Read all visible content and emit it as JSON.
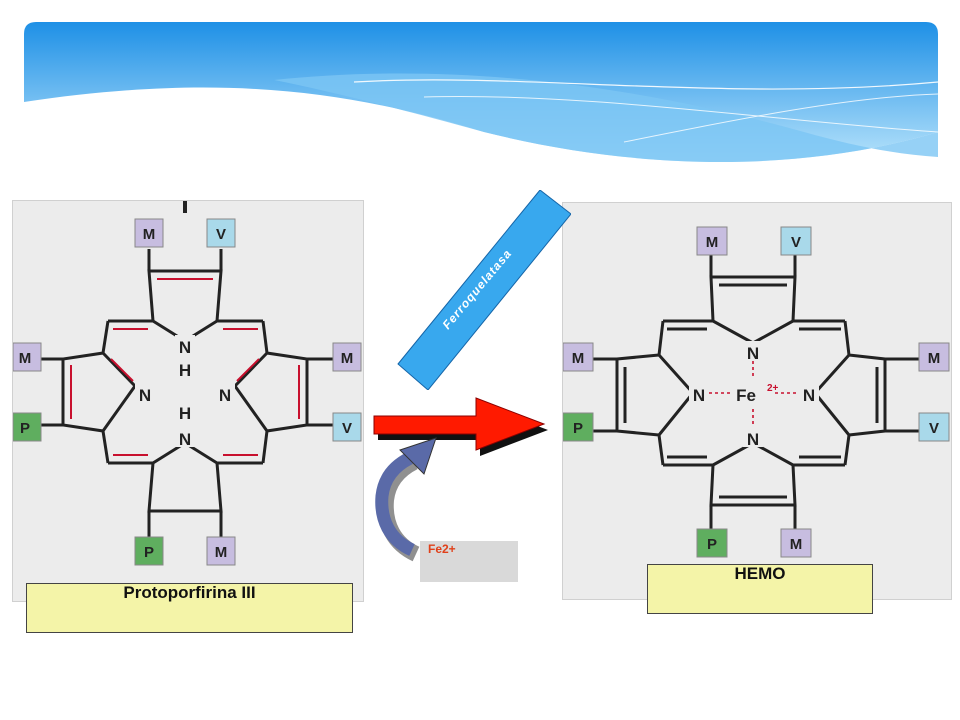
{
  "colors": {
    "banner_top": "#1e90e6",
    "banner_bottom": "#b7e3fb",
    "panel_bg": "#ececec",
    "label_bg": "#f4f4a8",
    "methyl_box": "#c7bde0",
    "vinyl_box": "#a9d9ea",
    "propionate_box": "#5fae5f",
    "arrow_red": "#ff1a00",
    "curved_arrow": "#5a6aa8",
    "enzyme_box": "#38a8ee",
    "iron_red": "#c8102e"
  },
  "left_molecule": {
    "substituents": [
      "M",
      "V",
      "M",
      "M",
      "P",
      "V",
      "P",
      "M"
    ],
    "nitrogens": [
      "N",
      "N",
      "N",
      "N"
    ],
    "hydrogens": [
      "H",
      "H"
    ]
  },
  "right_molecule": {
    "substituents": [
      "M",
      "V",
      "M",
      "M",
      "P",
      "V",
      "P",
      "M"
    ],
    "nitrogens": [
      "N",
      "N",
      "N",
      "N"
    ],
    "iron": "Fe",
    "iron_charge": "2+"
  },
  "labels": {
    "reactant": "Protoporfirina III",
    "product": "HEMO",
    "cofactor": "Fe2+",
    "enzyme": "Ferroquelatasa"
  }
}
